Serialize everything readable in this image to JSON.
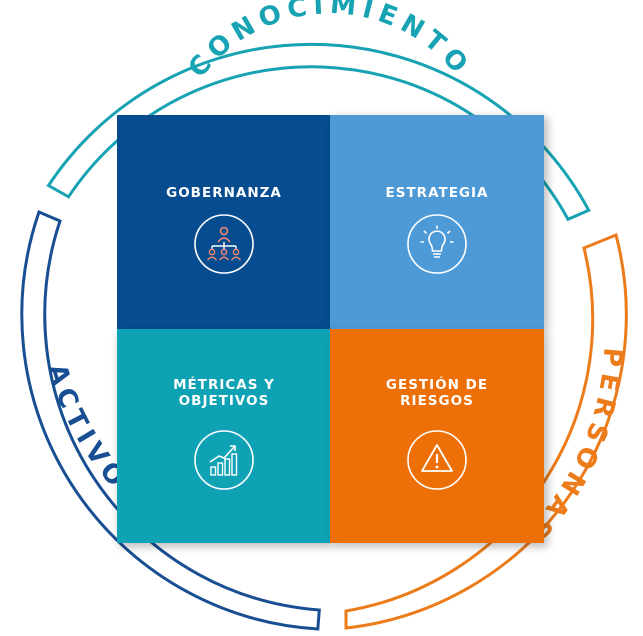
{
  "colors": {
    "conocimiento": "#17a3b3",
    "activos": "#184f93",
    "personas": "#ec7b1a",
    "gobernanza": "#064c8e",
    "estrategia": "#4e9ad6",
    "metricas": "#0ea2b4",
    "riesgos": "#ec7007"
  },
  "ring": {
    "top_label": "CONOCIMIENTO",
    "left_label": "ACTIVOS",
    "right_label": "PERSONAS"
  },
  "quadrants": {
    "governance": {
      "title": "GOBERNANZA",
      "icon": "people-hierarchy-icon"
    },
    "strategy": {
      "title": "ESTRATEGIA",
      "icon": "lightbulb-icon"
    },
    "metrics": {
      "title": "MÉTRICAS Y\nOBJETIVOS",
      "icon": "growth-chart-icon"
    },
    "risk": {
      "title": "GESTIÓN DE\nRIESGOS",
      "icon": "warning-triangle-icon"
    }
  }
}
